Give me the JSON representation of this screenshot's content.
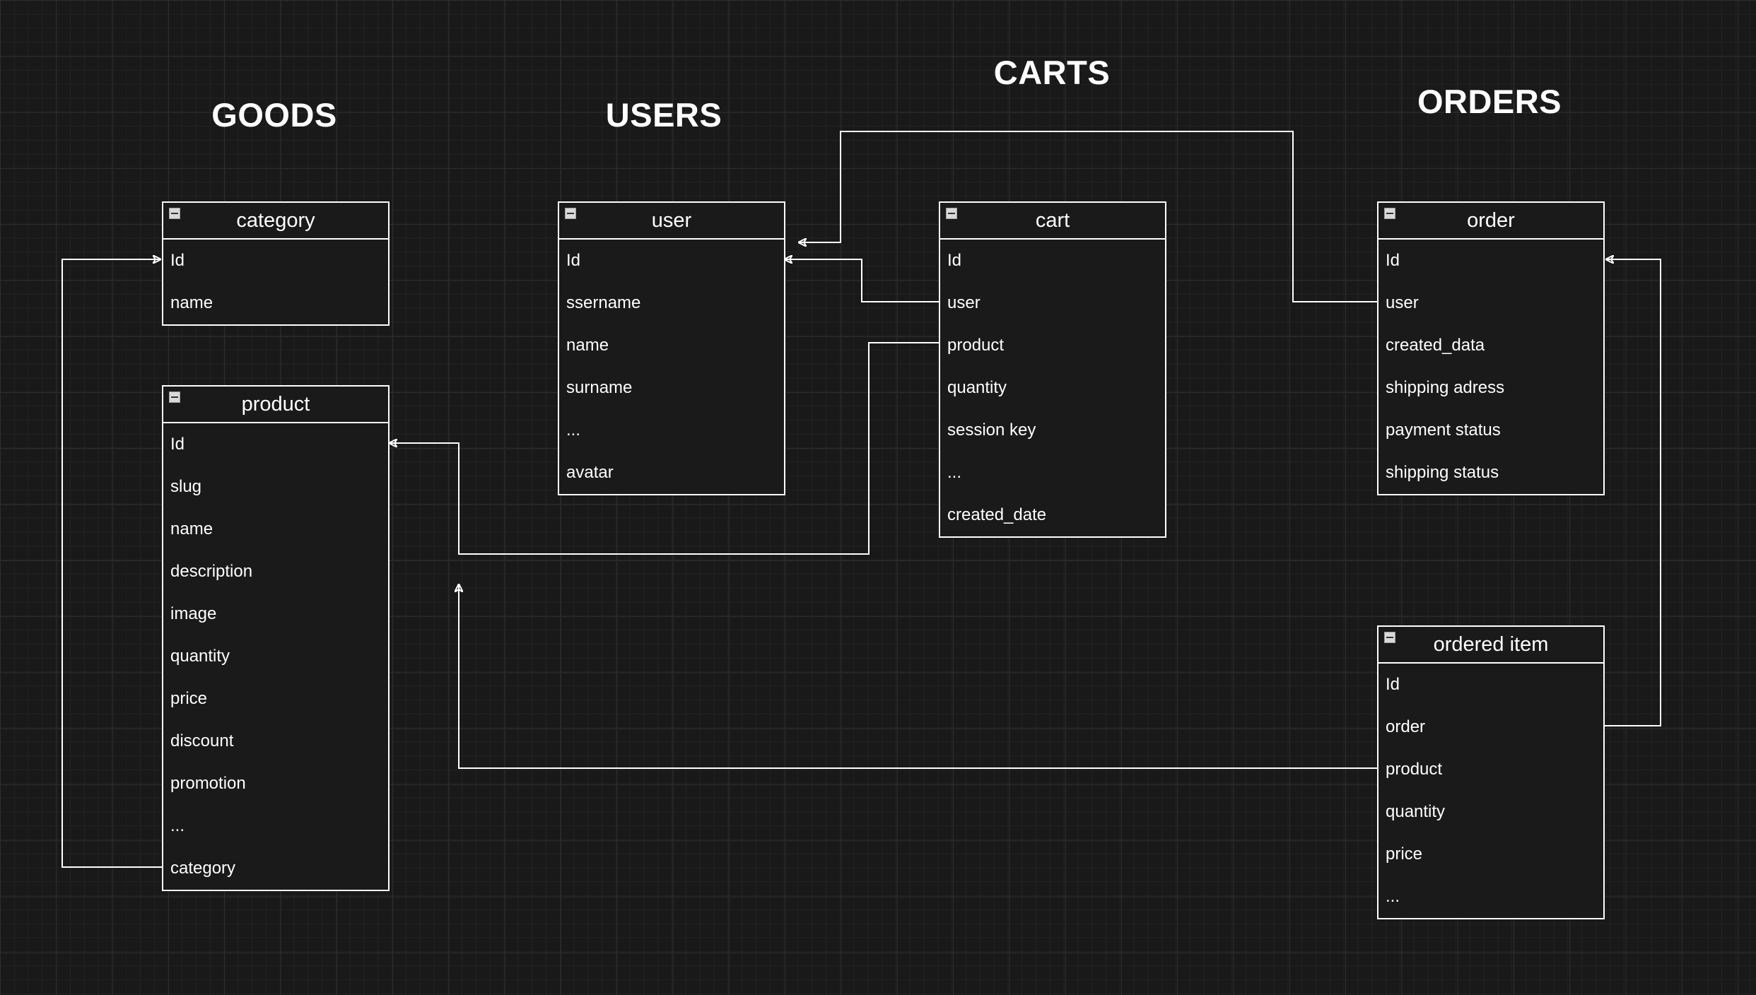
{
  "sections": {
    "goods": "GOODS",
    "users": "USERS",
    "carts": "CARTS",
    "orders": "ORDERS"
  },
  "tables": {
    "category": {
      "title": "category",
      "fields": [
        "Id",
        "name"
      ]
    },
    "product": {
      "title": "product",
      "fields": [
        "Id",
        "slug",
        "name",
        "description",
        "image",
        "quantity",
        "price",
        "discount",
        "promotion",
        "...",
        "category"
      ]
    },
    "user": {
      "title": "user",
      "fields": [
        "Id",
        "ssername",
        "name",
        "surname",
        "...",
        "avatar"
      ]
    },
    "cart": {
      "title": "cart",
      "fields": [
        "Id",
        "user",
        "product",
        "quantity",
        "session key",
        "...",
        "created_date"
      ]
    },
    "order": {
      "title": "order",
      "fields": [
        "Id",
        "user",
        "created_data",
        "shipping adress",
        "payment status",
        "shipping status"
      ]
    },
    "ordered_item": {
      "title": "ordered item",
      "fields": [
        "Id",
        "order",
        "product",
        "quantity",
        "price",
        "..."
      ]
    }
  },
  "colors": {
    "background": "#191919",
    "line": "#ffffff",
    "text": "#ffffff"
  }
}
